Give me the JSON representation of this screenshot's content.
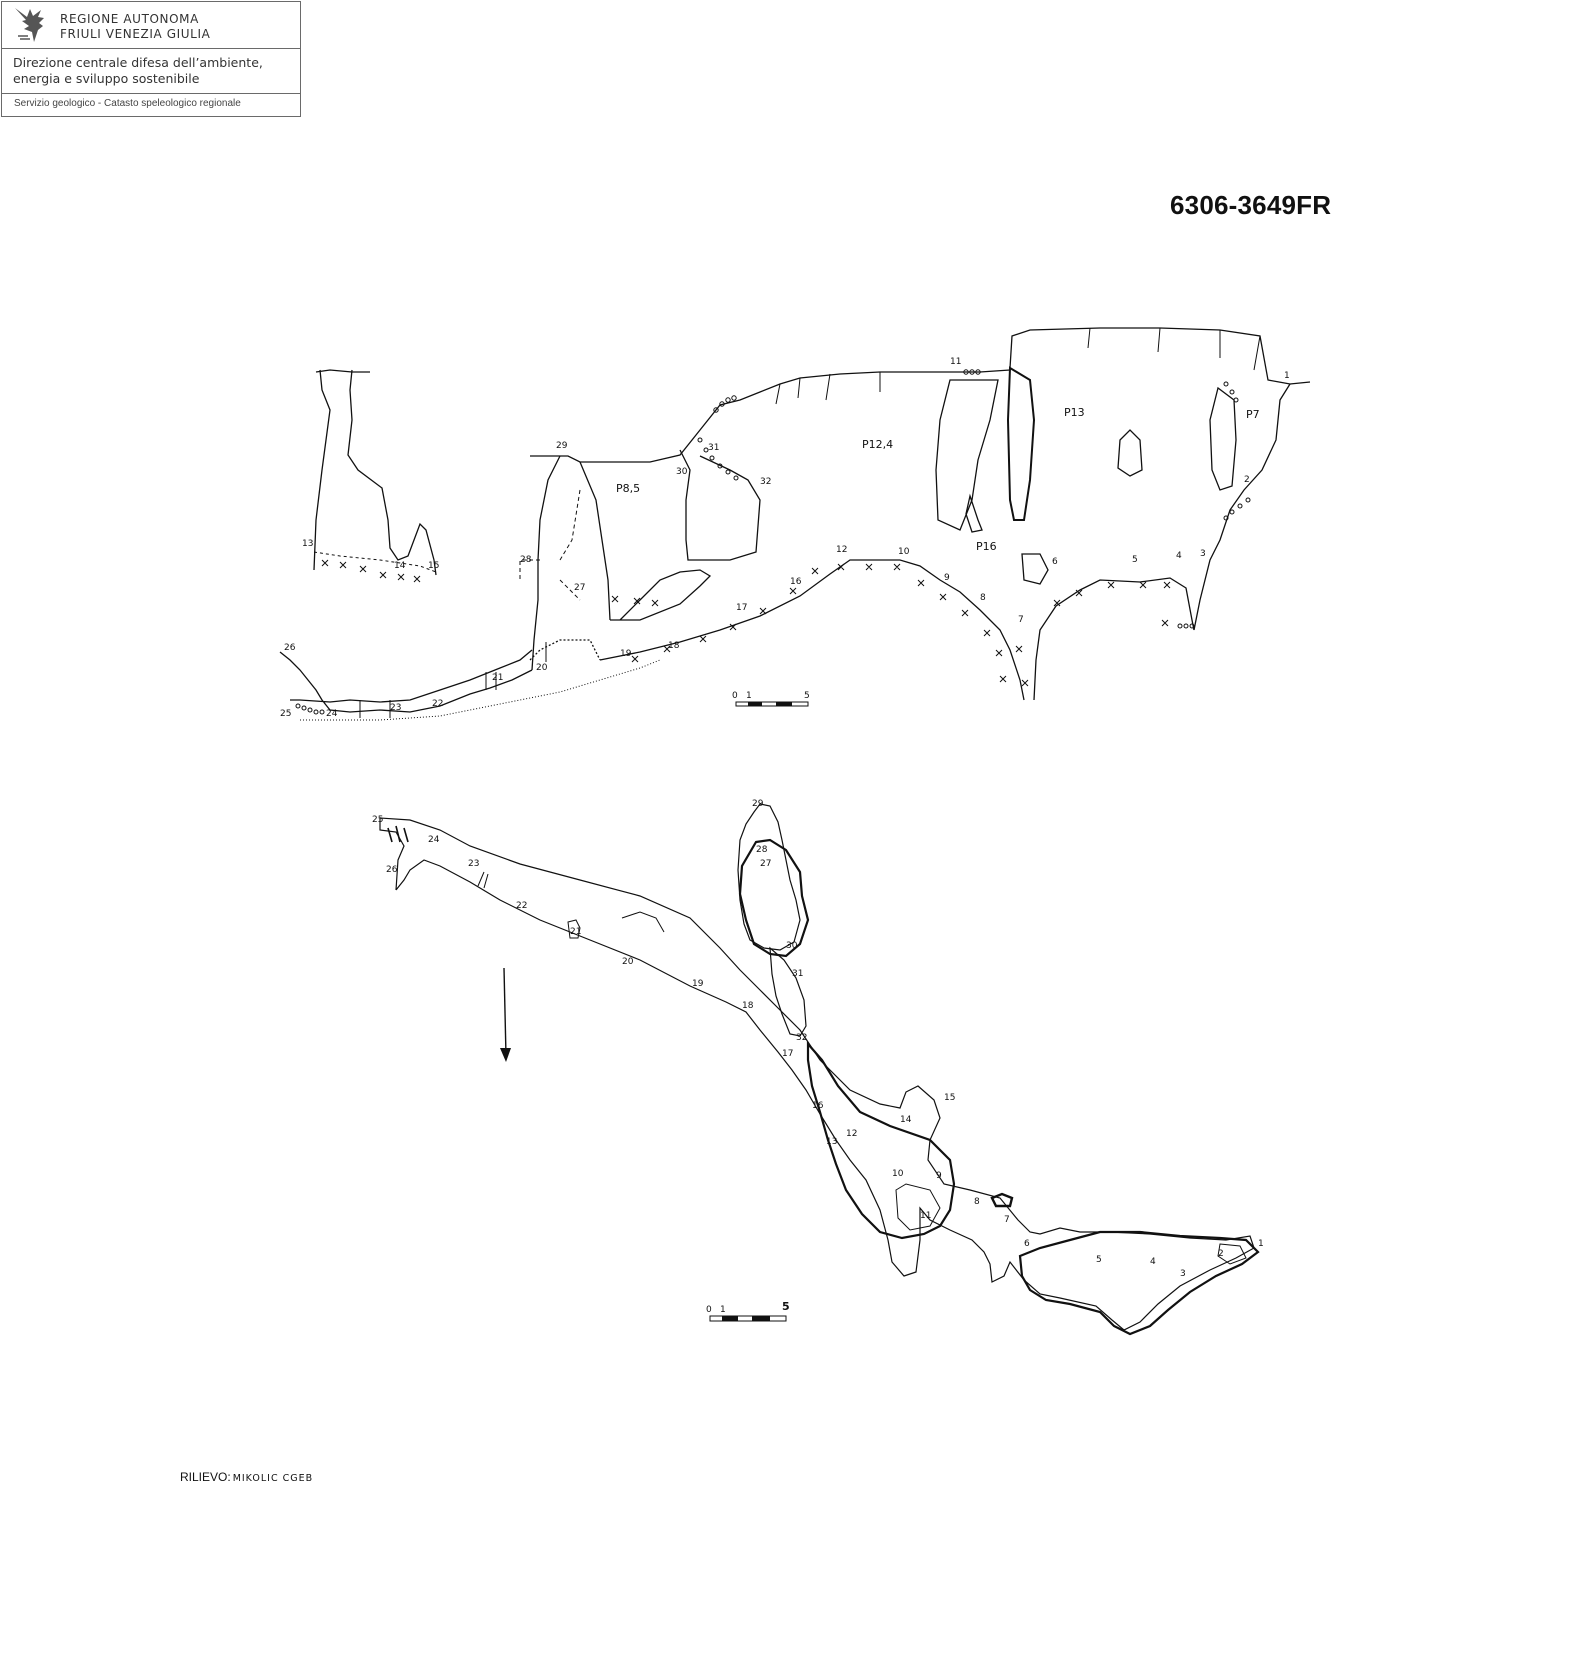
{
  "header": {
    "region_line1": "REGIONE AUTONOMA",
    "region_line2": "FRIULI VENEZIA GIULIA",
    "department_line1": "Direzione centrale difesa dell’ambiente,",
    "department_line2": "energia e sviluppo sostenibile",
    "service": "Servizio geologico - Catasto speleologico regionale",
    "logo_icon": "eagle-logo-icon"
  },
  "cave_code": "6306-3649FR",
  "survey": {
    "label": "RILIEVO:",
    "surveyor": "MIKOLIC CGEB"
  },
  "section_view": {
    "pitch_labels": [
      "P8,5",
      "P12,4",
      "P13",
      "P7",
      "P16"
    ],
    "stations": [
      "1",
      "2",
      "3",
      "4",
      "5",
      "6",
      "7",
      "8",
      "9",
      "10",
      "11",
      "12",
      "13",
      "14",
      "15",
      "16",
      "17",
      "18",
      "19",
      "20",
      "21",
      "22",
      "23",
      "24",
      "25",
      "26",
      "27",
      "28",
      "29",
      "30",
      "31",
      "32"
    ],
    "scale": {
      "zero": "0",
      "one": "1",
      "five": "5"
    }
  },
  "plan_view": {
    "stations": [
      "1",
      "2",
      "3",
      "4",
      "5",
      "6",
      "7",
      "8",
      "9",
      "10",
      "11",
      "12",
      "13",
      "14",
      "15",
      "16",
      "17",
      "18",
      "19",
      "20",
      "21",
      "22",
      "23",
      "24",
      "25",
      "26",
      "27",
      "28",
      "29",
      "30",
      "31",
      "32"
    ],
    "scale": {
      "zero": "0",
      "one": "1",
      "five": "5"
    },
    "north_arrow_icon": "north-arrow-icon"
  }
}
